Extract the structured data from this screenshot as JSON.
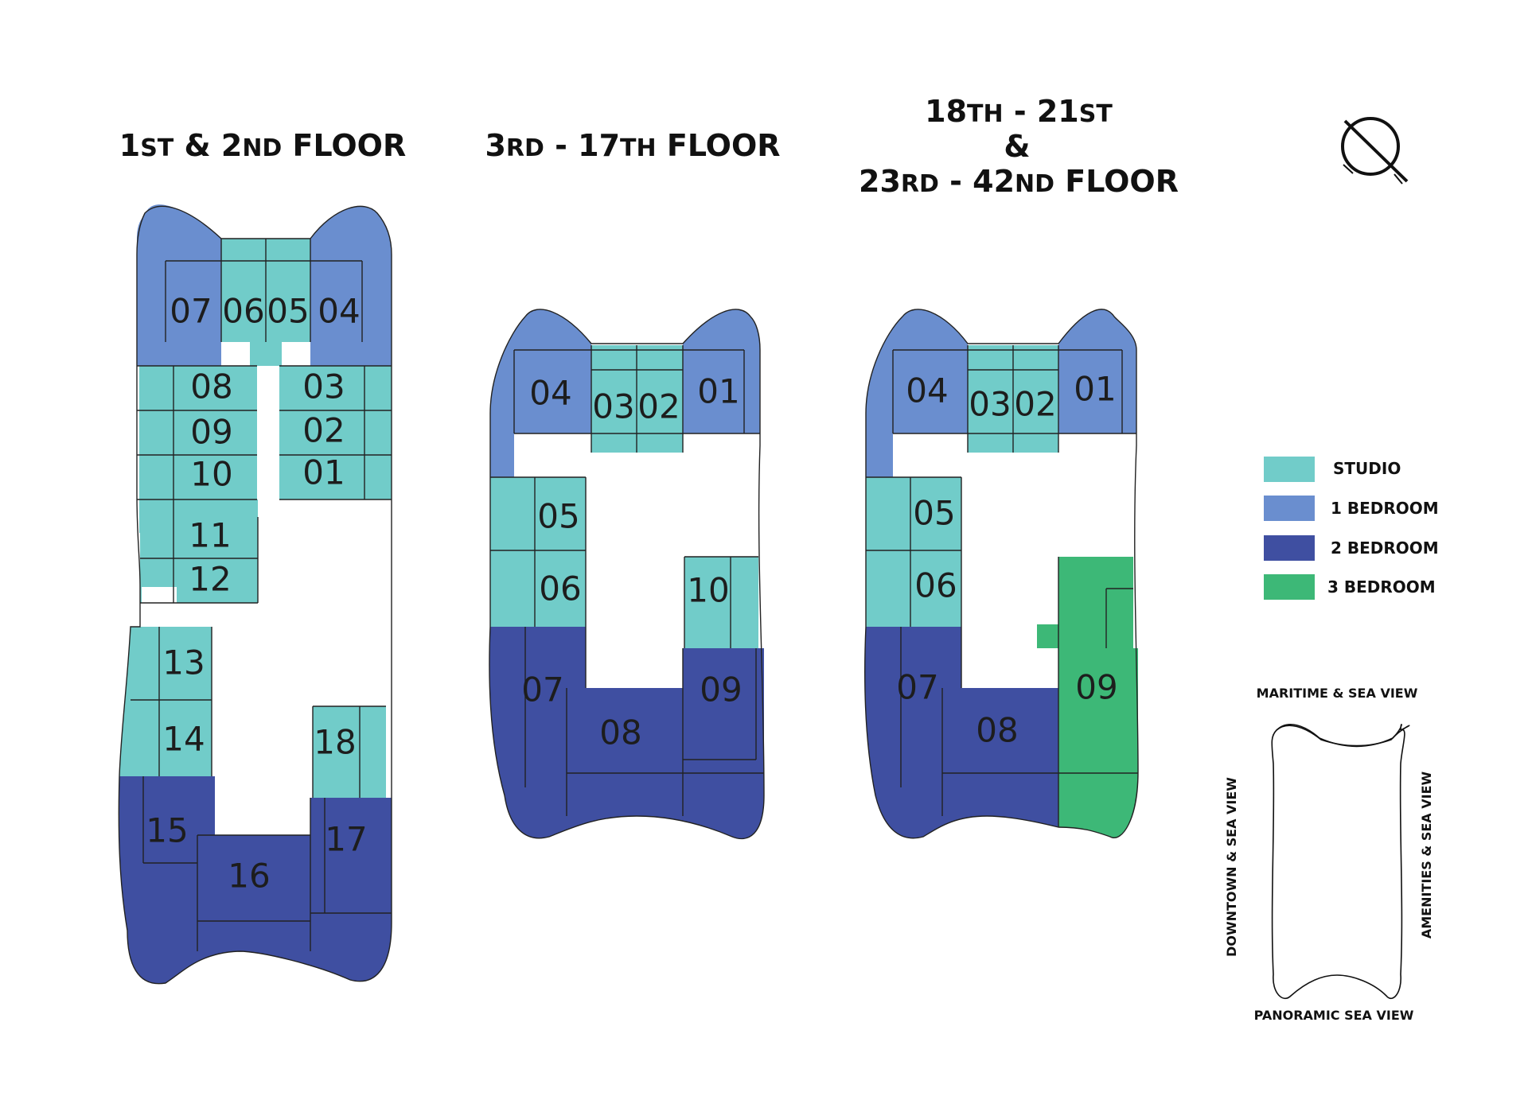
{
  "colors": {
    "studio": "#71ccc9",
    "one_bedroom": "#6a8ecf",
    "two_bedroom": "#3f4fa1",
    "three_bedroom": "#3db877"
  },
  "plans": [
    {
      "title_parts": [
        [
          "1",
          "ST"
        ],
        [
          " & 2",
          "ND"
        ],
        [
          " FLOOR",
          ""
        ]
      ]
    },
    {
      "title_parts": [
        [
          "3",
          "RD"
        ],
        [
          " - 17",
          "TH"
        ],
        [
          " FLOOR",
          ""
        ]
      ]
    },
    {
      "title_line1": [
        [
          "18",
          "TH"
        ],
        [
          " - 21",
          "ST"
        ]
      ],
      "title_line2": "&",
      "title_line3": [
        [
          "23",
          "RD"
        ],
        [
          " - 42",
          "ND"
        ],
        [
          " FLOOR",
          ""
        ]
      ]
    }
  ],
  "units_plan1": [
    "07",
    "06",
    "05",
    "04",
    "08",
    "03",
    "09",
    "02",
    "10",
    "01",
    "11",
    "12",
    "13",
    "14",
    "18",
    "15",
    "16",
    "17"
  ],
  "units_plan2": [
    "04",
    "03",
    "02",
    "01",
    "05",
    "06",
    "10",
    "07",
    "08",
    "09"
  ],
  "units_plan3": [
    "04",
    "03",
    "02",
    "01",
    "05",
    "06",
    "07",
    "08",
    "09"
  ],
  "legend": [
    {
      "label": "STUDIO",
      "color": "#71ccc9"
    },
    {
      "label": "1 BEDROOM",
      "color": "#6a8ecf"
    },
    {
      "label": "2 BEDROOM",
      "color": "#3f4fa1"
    },
    {
      "label": "3 BEDROOM",
      "color": "#3db877"
    }
  ],
  "views": {
    "top": "MARITIME & SEA VIEW",
    "bottom": "PANORAMIC SEA VIEW",
    "left": "DOWNTOWN & SEA VIEW",
    "right": "AMENITIES & SEA VIEW"
  },
  "north_icon": "compass-icon"
}
